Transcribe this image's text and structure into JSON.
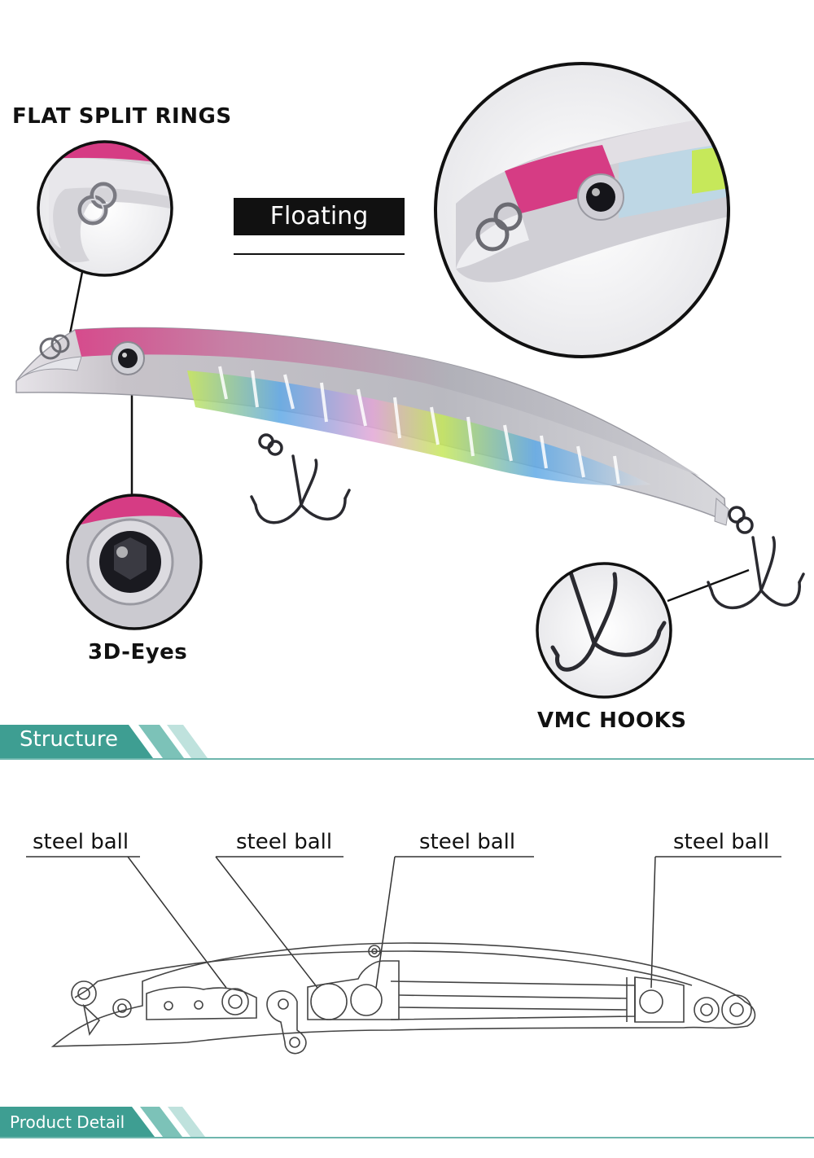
{
  "callouts": {
    "split_rings": "FLAT SPLIT RINGS",
    "eyes": "3D-Eyes",
    "hooks": "VMC HOOKS"
  },
  "badge": {
    "floating": "Floating"
  },
  "sections": {
    "structure": "Structure",
    "product_detail": "Product Detail"
  },
  "structure_labels": [
    "steel ball",
    "steel ball",
    "steel ball",
    "steel ball"
  ],
  "colors": {
    "section_teal": "#3e9e92",
    "section_teal_light": "#9fd3cb",
    "lure_pink": "#d63c84",
    "lure_silver": "#c9c9cf",
    "lure_green": "#c6e85a",
    "lure_blue": "#5fa9e6"
  }
}
